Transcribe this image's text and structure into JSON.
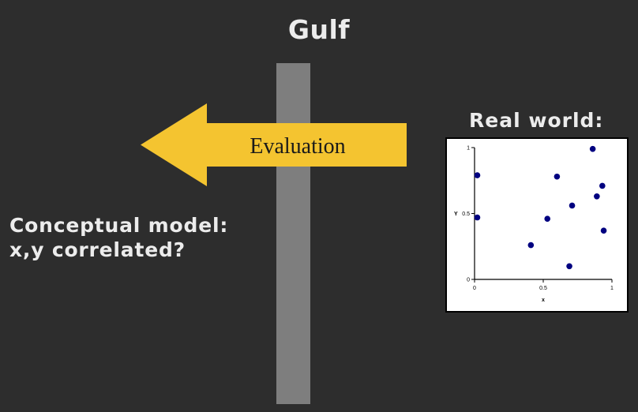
{
  "title": "Gulf",
  "arrow": {
    "label": "Evaluation",
    "color": "#f4c430"
  },
  "conceptual_model": {
    "line1": "Conceptual model:",
    "line2": "x,y correlated?"
  },
  "real_world": {
    "label": "Real world:"
  },
  "chart_data": {
    "type": "scatter",
    "xlabel": "x",
    "ylabel": "Y",
    "xlim": [
      0,
      1
    ],
    "ylim": [
      0,
      1
    ],
    "xticks": [
      "0",
      "0.5",
      "1"
    ],
    "yticks": [
      "0",
      "0.5",
      "1"
    ],
    "marker_color": "#000080",
    "points": [
      {
        "x": 0.02,
        "y": 0.79
      },
      {
        "x": 0.02,
        "y": 0.47
      },
      {
        "x": 0.6,
        "y": 0.78
      },
      {
        "x": 0.86,
        "y": 0.99
      },
      {
        "x": 0.93,
        "y": 0.71
      },
      {
        "x": 0.89,
        "y": 0.63
      },
      {
        "x": 0.71,
        "y": 0.56
      },
      {
        "x": 0.53,
        "y": 0.46
      },
      {
        "x": 0.94,
        "y": 0.37
      },
      {
        "x": 0.41,
        "y": 0.26
      },
      {
        "x": 0.69,
        "y": 0.1
      }
    ]
  }
}
